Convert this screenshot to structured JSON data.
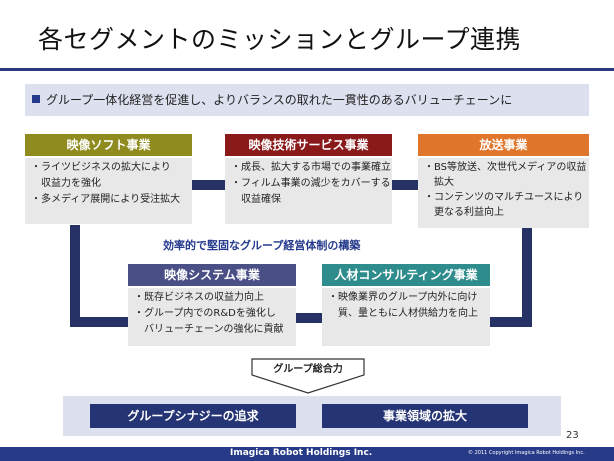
{
  "title": "各セグメントのミッションとグループ連携",
  "subtitle": "グループ一体化経営を促進し、よりバランスの取れた一貫性のあるバリューチェーンに",
  "segments_top": [
    {
      "name": "映像ソフト事業",
      "color": "#8f8b1f",
      "lines": [
        "・ライツビジネスの拡大により",
        "　収益力を強化",
        "・多メディア展開により受注拡大"
      ]
    },
    {
      "name": "映像技術サービス事業",
      "color": "#8a1a1a",
      "lines": [
        "・成長、拡大する市場での事業確立",
        "・フィルム事業の減少をカバーする",
        "　収益確保"
      ]
    },
    {
      "name": "放送事業",
      "color": "#e0762c",
      "lines": [
        "・BS等放送、次世代メディアの収益",
        "　拡大",
        "・コンテンツのマルチユースにより",
        "　更なる利益向上"
      ]
    }
  ],
  "middle_caption": "効率的で堅固なグループ経営体制の構築",
  "segments_bottom": [
    {
      "name": "映像システム事業",
      "color": "#4a4f86",
      "lines": [
        "・既存ビジネスの収益力向上",
        "・グループ内でのR&Dを強化し",
        "　バリューチェーンの強化に貢献"
      ]
    },
    {
      "name": "人材コンサルティング事業",
      "color": "#2e8c8c",
      "lines": [
        "・映像業界のグループ内外に向け",
        "　質、量ともに人材供給力を向上"
      ]
    }
  ],
  "arrow_label": "グループ総合力",
  "outcomes": [
    "グループシナジーの追求",
    "事業領域の拡大"
  ],
  "page_number": "23",
  "footer_company": "Imagica Robot Holdings Inc.",
  "footer_copyright": "© 2011 Copyright Imagica Robot Holdings Inc."
}
